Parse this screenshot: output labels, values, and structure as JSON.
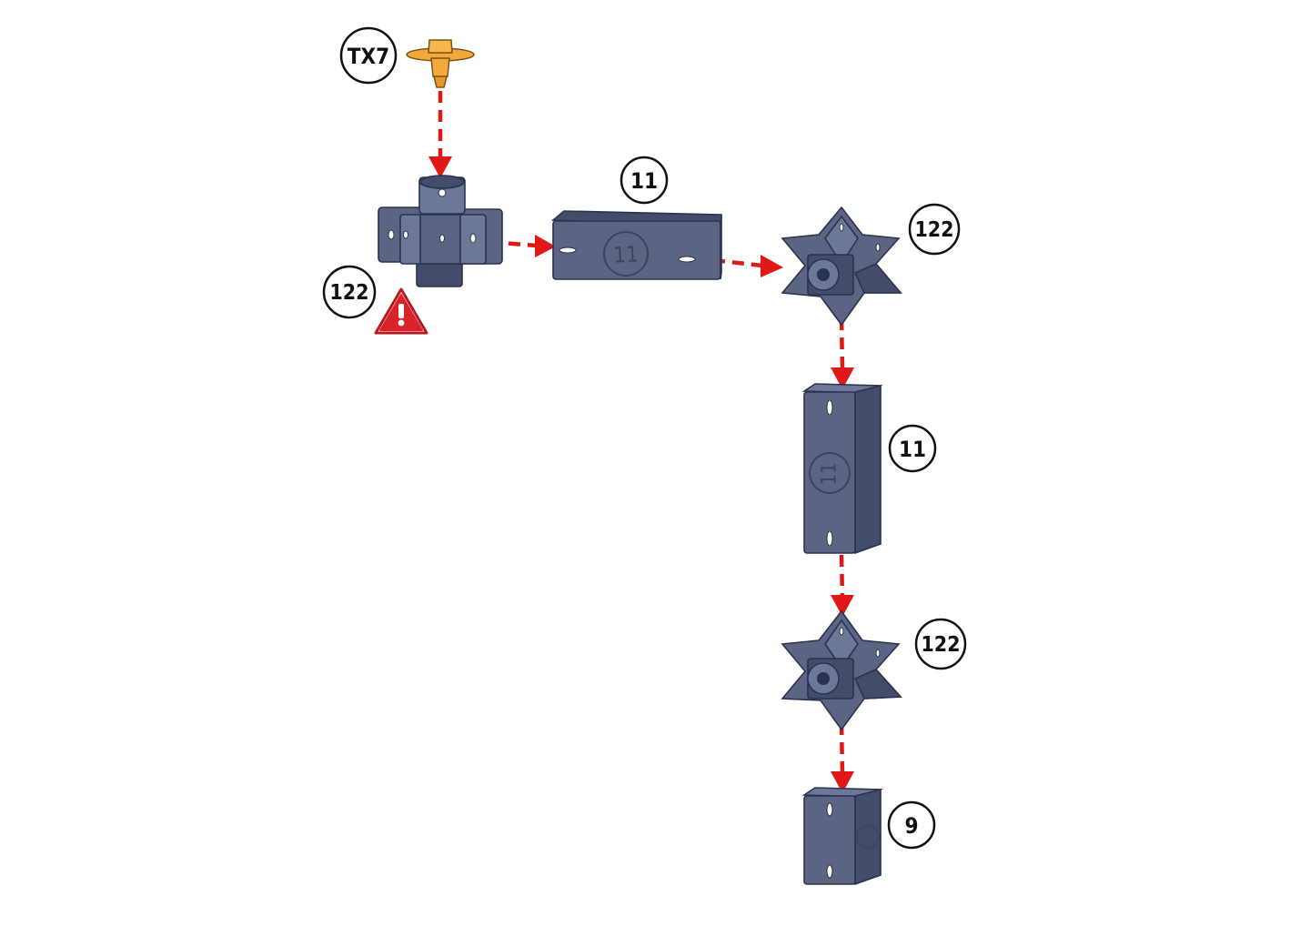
{
  "callouts": {
    "screw": "TX7",
    "hub_top": "122",
    "beam_horizontal": "11",
    "star_right": "122",
    "beam_vertical": "11",
    "star_lower": "122",
    "beam_short": "9"
  },
  "beam_embossed_number": "11",
  "colors": {
    "part": "#5b6583",
    "part_outline": "#2b3350",
    "screw": "#f2a93b",
    "arrow": "#e01818",
    "warning": "#d9232a"
  },
  "icons": {
    "warning": "warning-triangle-icon"
  }
}
